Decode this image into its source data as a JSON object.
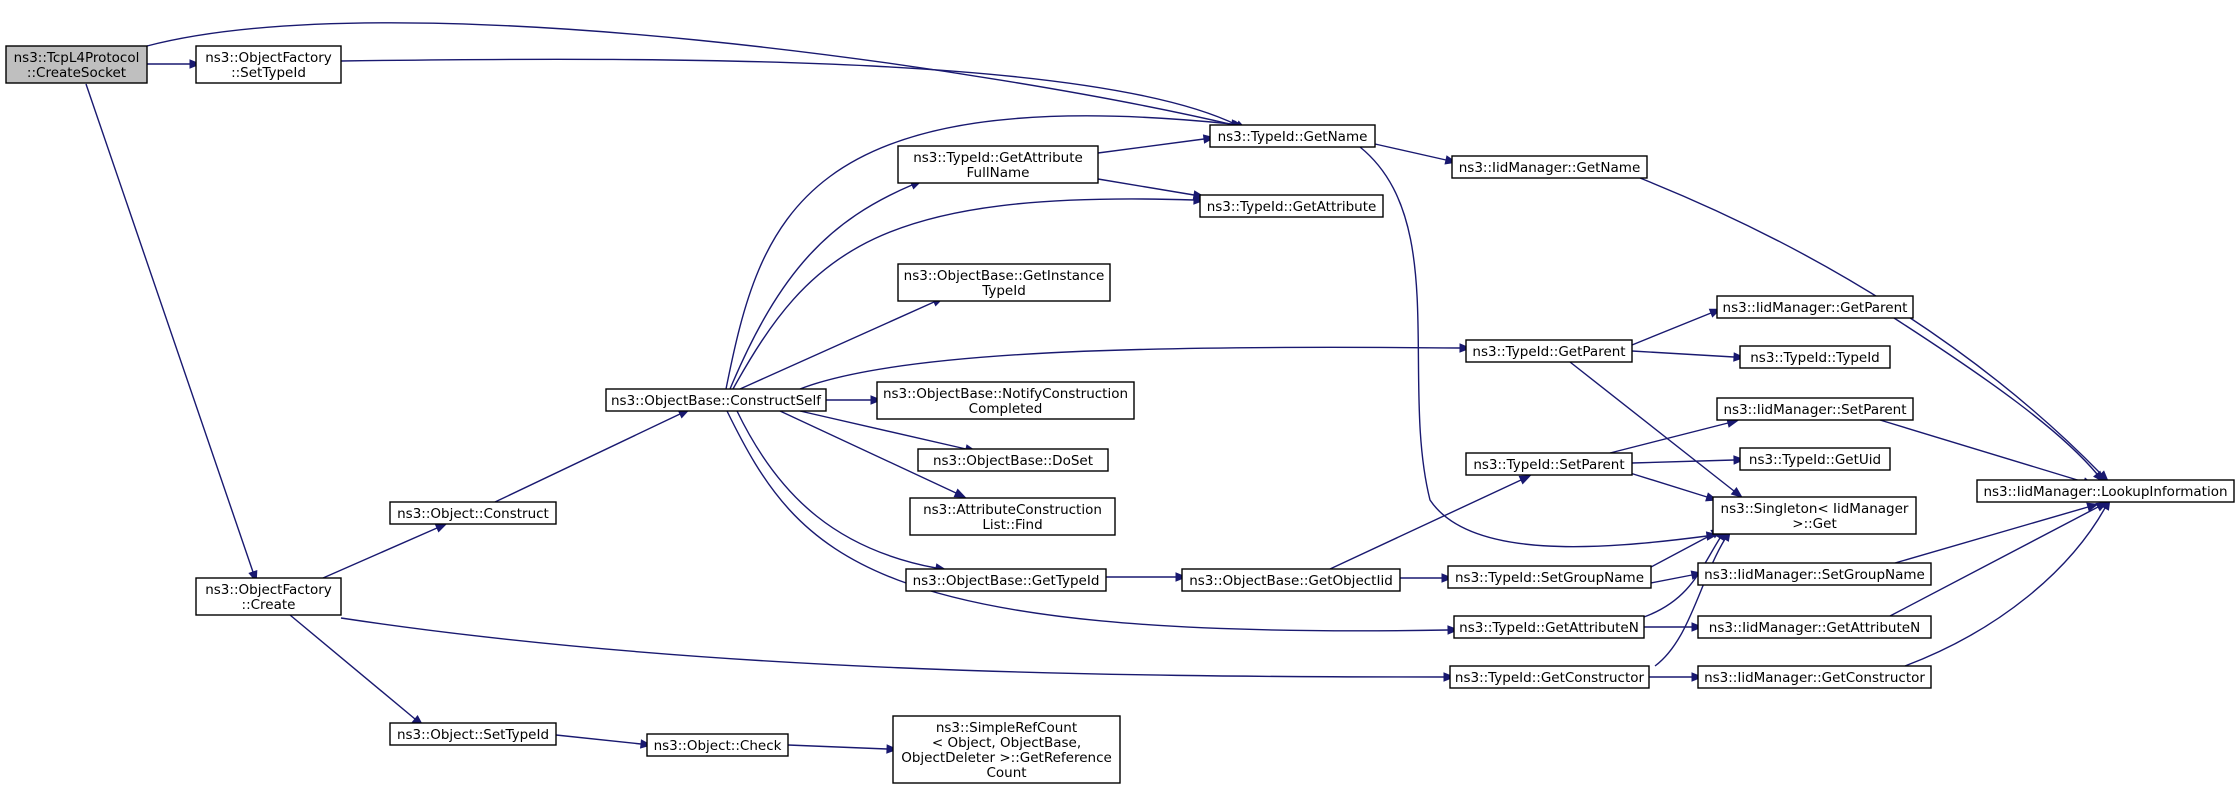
{
  "colors": {
    "edge": "#191970",
    "node_border": "#000000",
    "root_fill": "#bfbfbf",
    "node_fill": "#ffffff"
  },
  "nodes": [
    {
      "id": "n0",
      "lines": [
        "ns3::TcpL4Protocol",
        "::CreateSocket"
      ],
      "root": true
    },
    {
      "id": "n1",
      "lines": [
        "ns3::ObjectFactory",
        "::SetTypeId"
      ]
    },
    {
      "id": "n2",
      "lines": [
        "ns3::ObjectFactory",
        "::Create"
      ]
    },
    {
      "id": "n3",
      "lines": [
        "ns3::TypeId::GetName"
      ]
    },
    {
      "id": "n4",
      "lines": [
        "ns3::Object::Construct"
      ]
    },
    {
      "id": "n5",
      "lines": [
        "ns3::Object::SetTypeId"
      ]
    },
    {
      "id": "n6",
      "lines": [
        "ns3::ObjectBase::ConstructSelf"
      ]
    },
    {
      "id": "n7",
      "lines": [
        "ns3::TypeId::GetAttribute",
        "FullName"
      ]
    },
    {
      "id": "n8",
      "lines": [
        "ns3::TypeId::GetAttribute"
      ]
    },
    {
      "id": "n9",
      "lines": [
        "ns3::ObjectBase::GetInstance",
        "TypeId"
      ]
    },
    {
      "id": "n10",
      "lines": [
        "ns3::ObjectBase::NotifyConstruction",
        "Completed"
      ]
    },
    {
      "id": "n11",
      "lines": [
        "ns3::ObjectBase::DoSet"
      ]
    },
    {
      "id": "n12",
      "lines": [
        "ns3::AttributeConstruction",
        "List::Find"
      ]
    },
    {
      "id": "n13",
      "lines": [
        "ns3::ObjectBase::GetTypeId"
      ]
    },
    {
      "id": "n14",
      "lines": [
        "ns3::Object::Check"
      ]
    },
    {
      "id": "n15",
      "lines": [
        "ns3::SimpleRefCount",
        "< Object, ObjectBase,",
        "ObjectDeleter >::GetReference",
        "Count"
      ]
    },
    {
      "id": "n16",
      "lines": [
        "ns3::ObjectBase::GetObjectIid"
      ]
    },
    {
      "id": "n17",
      "lines": [
        "ns3::IidManager::GetName"
      ]
    },
    {
      "id": "n18",
      "lines": [
        "ns3::TypeId::GetParent"
      ]
    },
    {
      "id": "n19",
      "lines": [
        "ns3::TypeId::SetParent"
      ]
    },
    {
      "id": "n20",
      "lines": [
        "ns3::TypeId::SetGroupName"
      ]
    },
    {
      "id": "n21",
      "lines": [
        "ns3::TypeId::GetAttributeN"
      ]
    },
    {
      "id": "n22",
      "lines": [
        "ns3::TypeId::GetConstructor"
      ]
    },
    {
      "id": "n23",
      "lines": [
        "ns3::IidManager::GetParent"
      ]
    },
    {
      "id": "n24",
      "lines": [
        "ns3::TypeId::TypeId"
      ]
    },
    {
      "id": "n25",
      "lines": [
        "ns3::IidManager::SetParent"
      ]
    },
    {
      "id": "n26",
      "lines": [
        "ns3::TypeId::GetUid"
      ]
    },
    {
      "id": "n27",
      "lines": [
        "ns3::Singleton< IidManager",
        " >::Get"
      ]
    },
    {
      "id": "n28",
      "lines": [
        "ns3::IidManager::SetGroupName"
      ]
    },
    {
      "id": "n29",
      "lines": [
        "ns3::IidManager::GetAttributeN"
      ]
    },
    {
      "id": "n30",
      "lines": [
        "ns3::IidManager::GetConstructor"
      ]
    },
    {
      "id": "n31",
      "lines": [
        "ns3::IidManager::LookupInformation"
      ]
    }
  ],
  "edges": [
    [
      "n0",
      "n1"
    ],
    [
      "n0",
      "n3"
    ],
    [
      "n0",
      "n2"
    ],
    [
      "n1",
      "n3"
    ],
    [
      "n2",
      "n4"
    ],
    [
      "n2",
      "n5"
    ],
    [
      "n2",
      "n22"
    ],
    [
      "n4",
      "n6"
    ],
    [
      "n5",
      "n14"
    ],
    [
      "n14",
      "n15"
    ],
    [
      "n6",
      "n3"
    ],
    [
      "n6",
      "n7"
    ],
    [
      "n6",
      "n8"
    ],
    [
      "n6",
      "n9"
    ],
    [
      "n6",
      "n18"
    ],
    [
      "n6",
      "n10"
    ],
    [
      "n6",
      "n11"
    ],
    [
      "n6",
      "n12"
    ],
    [
      "n6",
      "n13"
    ],
    [
      "n6",
      "n21"
    ],
    [
      "n7",
      "n3"
    ],
    [
      "n7",
      "n8"
    ],
    [
      "n3",
      "n17"
    ],
    [
      "n3",
      "n27"
    ],
    [
      "n17",
      "n31"
    ],
    [
      "n13",
      "n16"
    ],
    [
      "n16",
      "n19"
    ],
    [
      "n16",
      "n20"
    ],
    [
      "n18",
      "n23"
    ],
    [
      "n18",
      "n24"
    ],
    [
      "n18",
      "n27"
    ],
    [
      "n19",
      "n25"
    ],
    [
      "n19",
      "n26"
    ],
    [
      "n19",
      "n27"
    ],
    [
      "n20",
      "n27"
    ],
    [
      "n20",
      "n28"
    ],
    [
      "n21",
      "n27"
    ],
    [
      "n21",
      "n29"
    ],
    [
      "n22",
      "n27"
    ],
    [
      "n22",
      "n30"
    ],
    [
      "n23",
      "n31"
    ],
    [
      "n25",
      "n31"
    ],
    [
      "n28",
      "n31"
    ],
    [
      "n29",
      "n31"
    ],
    [
      "n30",
      "n31"
    ]
  ]
}
